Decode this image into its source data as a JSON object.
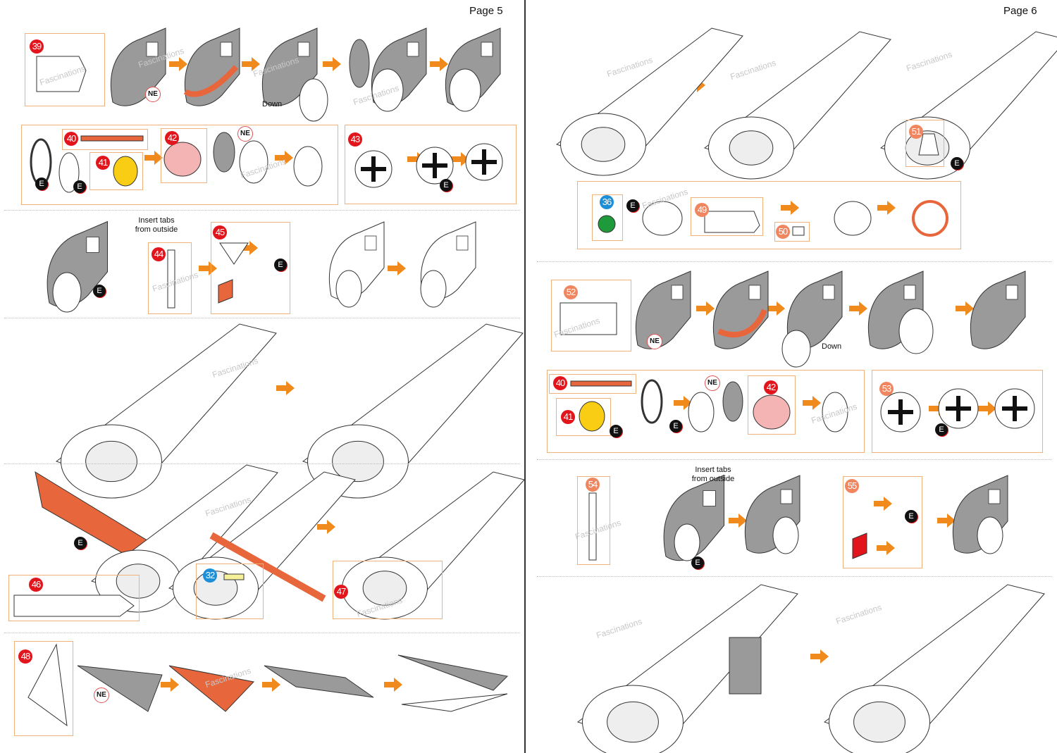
{
  "watermark": "Fascinations",
  "colors": {
    "step_badge": "#e2141c",
    "page6_badge": "#f0865f",
    "part_badge_blue": "#1c8fd8",
    "arrow": "#f08a1c",
    "part_gray": "#9a9a9a",
    "highlight": "#e8663c"
  },
  "page5": {
    "title": "Page 5",
    "steps": [
      "39",
      "40",
      "41",
      "42",
      "43",
      "44",
      "45",
      "46",
      "32",
      "47",
      "48"
    ],
    "labels": {
      "down": "Down",
      "insert_tabs": "Insert tabs\nfrom outside",
      "ne": "NE",
      "e": "E"
    }
  },
  "page6": {
    "title": "Page 6",
    "steps": [
      "51",
      "36",
      "49",
      "50",
      "52",
      "40",
      "41",
      "42",
      "53",
      "54",
      "55"
    ],
    "labels": {
      "down": "Down",
      "insert_tabs": "Insert tabs\nfrom outside",
      "ne": "NE",
      "e": "E"
    }
  }
}
